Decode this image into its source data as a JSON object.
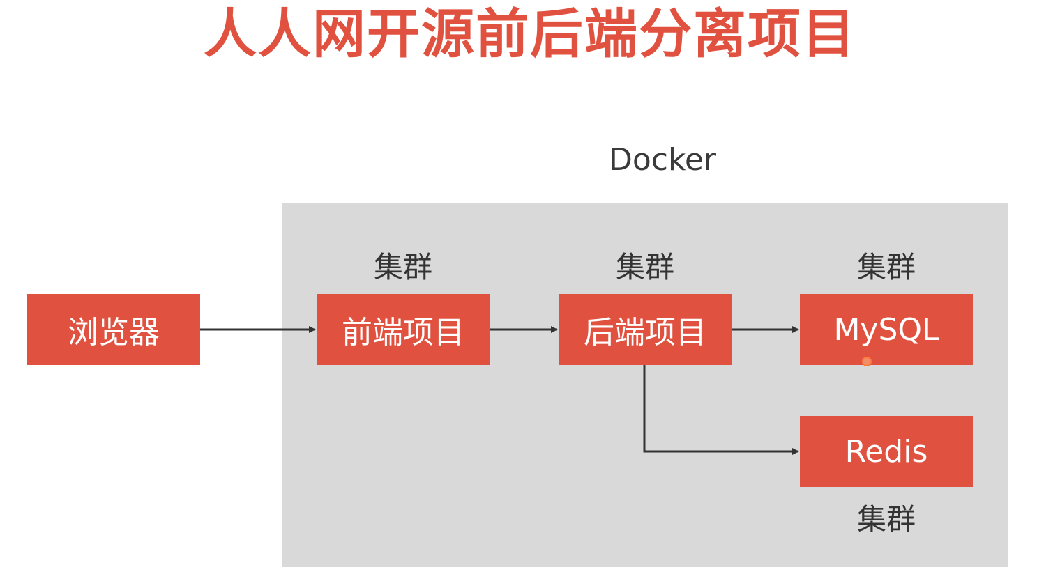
{
  "title": "人人网开源前后端分离项目",
  "docker_label": "Docker",
  "nodes": {
    "browser": "浏览器",
    "frontend": "前端项目",
    "backend": "后端项目",
    "mysql": "MySQL",
    "redis": "Redis"
  },
  "clusters": {
    "frontend": "集群",
    "backend": "集群",
    "mysql": "集群",
    "redis": "集群"
  },
  "colors": {
    "accent": "#e0523f",
    "docker_bg": "#d9d9d9",
    "edge": "#333333"
  }
}
